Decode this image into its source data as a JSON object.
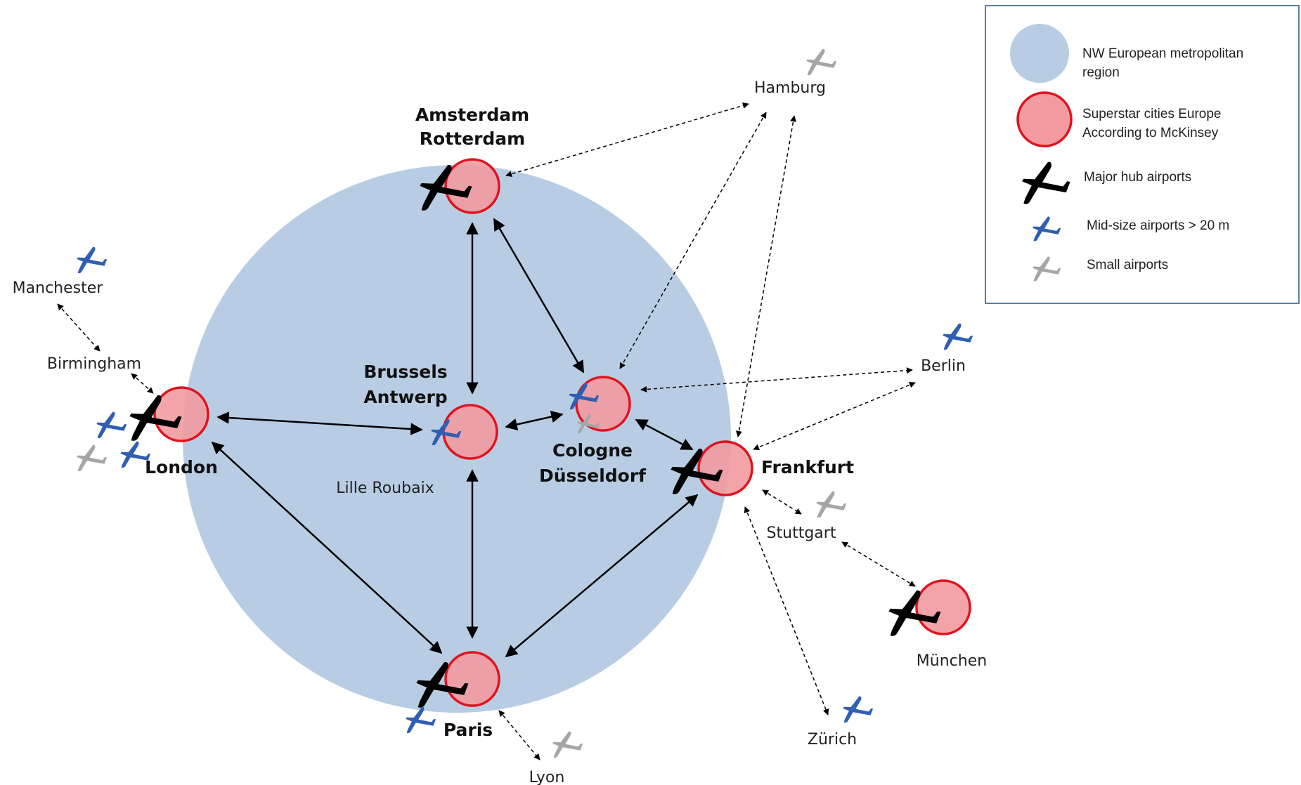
{
  "colors": {
    "region_fill": "#b8cde4",
    "superstar_fill": "#f29a9f",
    "superstar_stroke": "#e0131e",
    "hub_plane": "#000000",
    "midsize_plane": "#2f5fb3",
    "small_plane": "#a6a6a6",
    "legend_border": "#5b7fa8"
  },
  "icons": {
    "hub": "airplane-icon",
    "midsize": "airplane-icon",
    "small": "airplane-icon"
  },
  "legend": {
    "region_line1": "NW European metropolitan",
    "region_line2": "region",
    "superstar_line1": "Superstar cities Europe",
    "superstar_line2": "According to McKinsey",
    "hub": "Major hub airports",
    "midsize": "Mid-size airports > 20 m",
    "small": "Small airports"
  },
  "labels": {
    "amsterdam": "Amsterdam",
    "rotterdam": "Rotterdam",
    "brussels": "Brussels",
    "antwerp": "Antwerp",
    "cologne": "Cologne",
    "dusseldorf": "Düsseldorf",
    "london": "London",
    "paris": "Paris",
    "frankfurt": "Frankfurt",
    "lille": "Lille Roubaix",
    "hamburg": "Hamburg",
    "berlin": "Berlin",
    "manchester": "Manchester",
    "birmingham": "Birmingham",
    "stuttgart": "Stuttgart",
    "munchen": "München",
    "zurich": "Zürich",
    "lyon": "Lyon"
  }
}
